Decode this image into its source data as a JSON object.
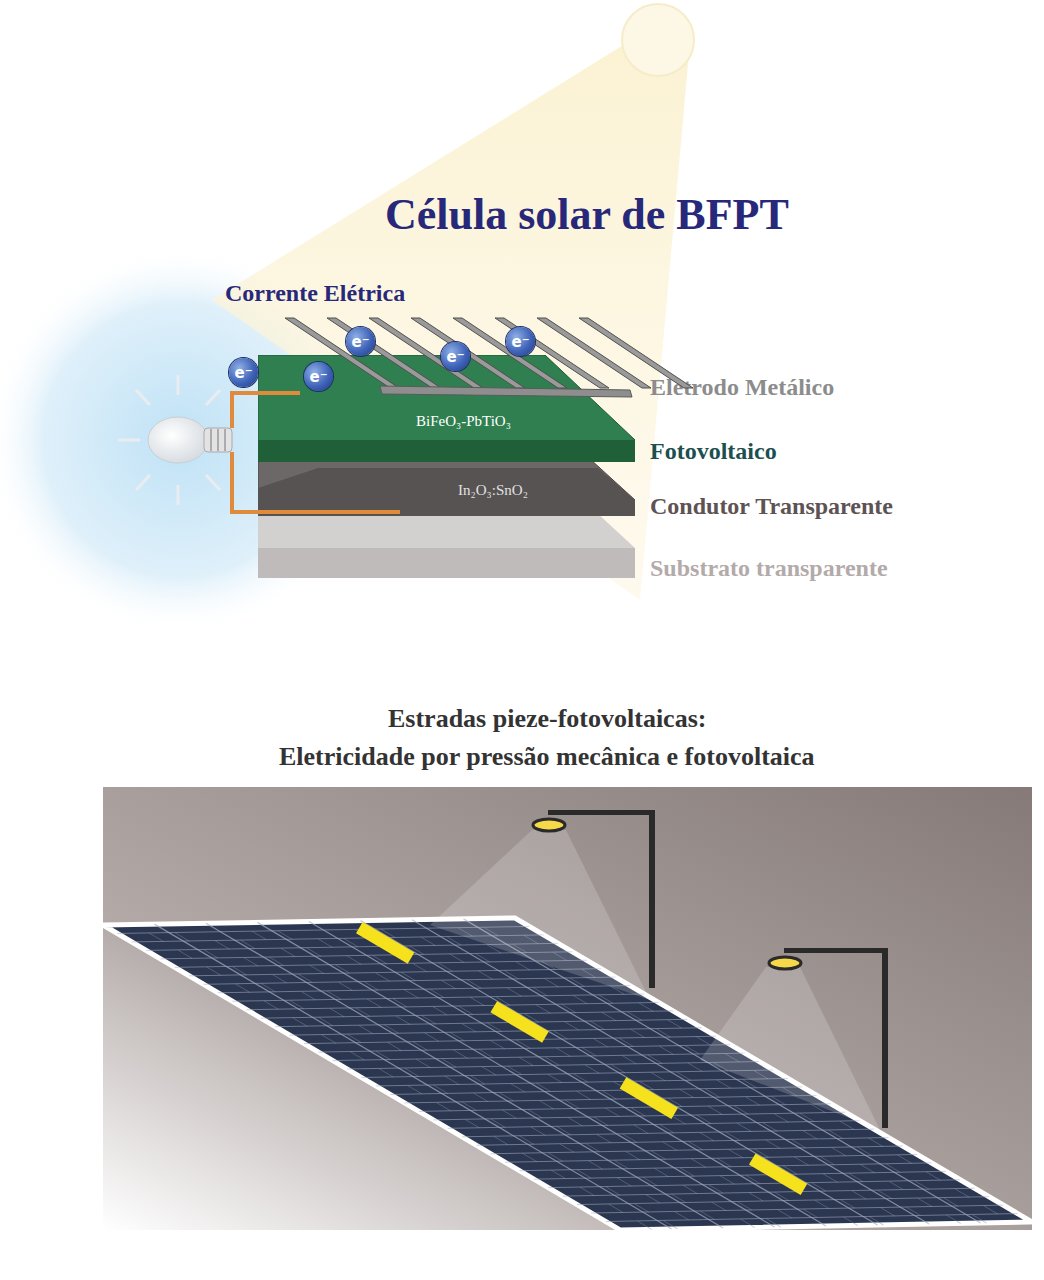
{
  "diagram": {
    "title": "Célula solar de BFPT",
    "nodes": [
      {
        "text": [
          "e⁻"
        ]
      },
      {
        "text": [
          "e⁻"
        ]
      },
      {
        "text": [
          "e⁻"
        ]
      },
      {
        "text": [
          "e⁻"
        ]
      },
      {
        "text": [
          "e⁻"
        ]
      },
      {
        "text": [
          "BiFeO₃-PbTiO₃"
        ]
      },
      {
        "text": [
          "In₂O₃:SnO₂"
        ]
      }
    ],
    "labels": [
      "Corrente Elétrica",
      "Eletrodo Metálico",
      "Fotovoltaico",
      "Condutor Transparente",
      "Substrato transparente",
      "Estradas pieze-fotovoltaicas:",
      "Eletricidade por pressão mecânica e fotovoltaica"
    ]
  }
}
